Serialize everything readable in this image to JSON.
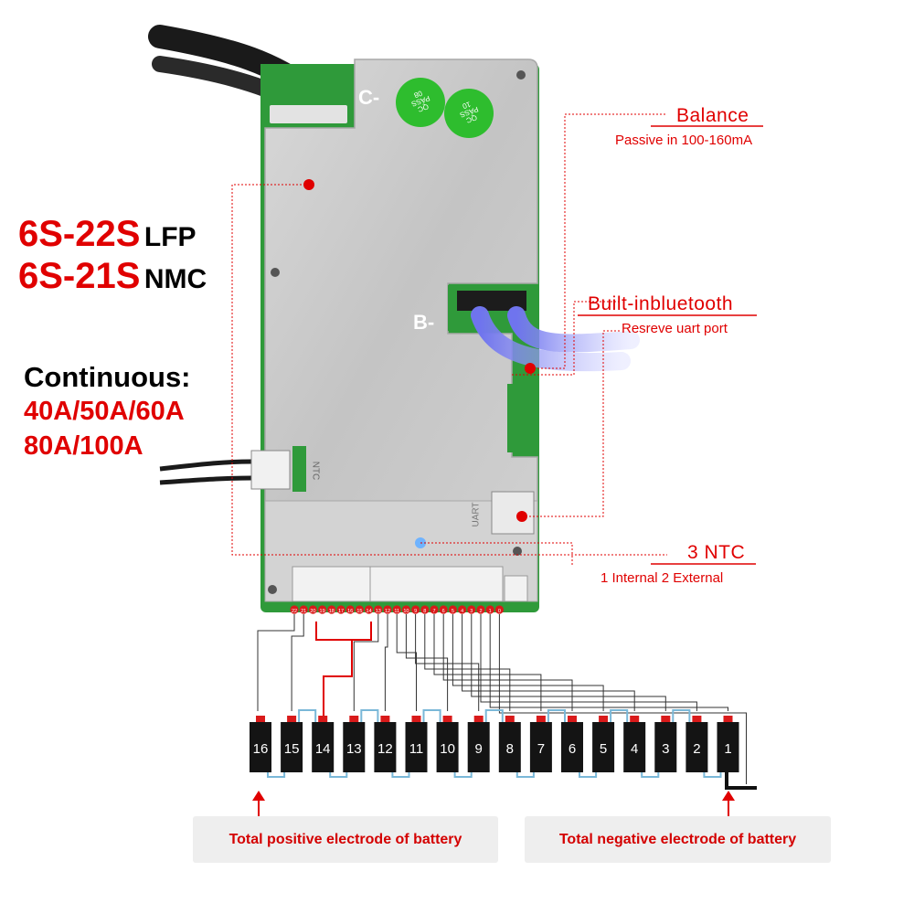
{
  "board": {
    "label_c": "C-",
    "label_b": "B-",
    "label_ntc": "NTC",
    "label_uart": "UART",
    "qc_stamps": [
      {
        "line1": "QC",
        "line2": "PASS",
        "line3": "08"
      },
      {
        "line1": "QC",
        "line2": "PASS",
        "line3": "10"
      }
    ],
    "connector_pins": [
      "22",
      "21",
      "20",
      "19",
      "18",
      "17",
      "16",
      "15",
      "14",
      "13",
      "12",
      "11",
      "10",
      "9",
      "8",
      "7",
      "6",
      "5",
      "4",
      "3",
      "2",
      "1",
      "0"
    ]
  },
  "specs": {
    "cells": [
      {
        "range": "6S-22S",
        "chemistry": "LFP"
      },
      {
        "range": "6S-21S",
        "chemistry": "NMC"
      }
    ],
    "continuous_label": "Continuous:",
    "currents_line1": "40A/50A/60A",
    "currents_line2": "80A/100A"
  },
  "callouts": {
    "balance": {
      "title": "Balance",
      "detail": "Passive  in 100-160mA"
    },
    "bluetooth": {
      "title": "Built-inbluetooth",
      "detail": "Resreve uart port"
    },
    "ntc": {
      "title": "3 NTC",
      "detail": "1 Internal 2 External"
    }
  },
  "battery": {
    "cells": [
      "16",
      "15",
      "14",
      "13",
      "12",
      "11",
      "10",
      "9",
      "8",
      "7",
      "6",
      "5",
      "4",
      "3",
      "2",
      "1"
    ],
    "positive_label": "Total positive electrode of battery",
    "negative_label": "Total negative electrode of battery"
  },
  "colors": {
    "accent_red": "#e00000",
    "pcb_green": "#2f9a3a",
    "aluminum": "#c9c9c9",
    "cell_black": "#141414",
    "link_blue": "#7ab8d8",
    "cable_blue": "#7b7ff0"
  }
}
